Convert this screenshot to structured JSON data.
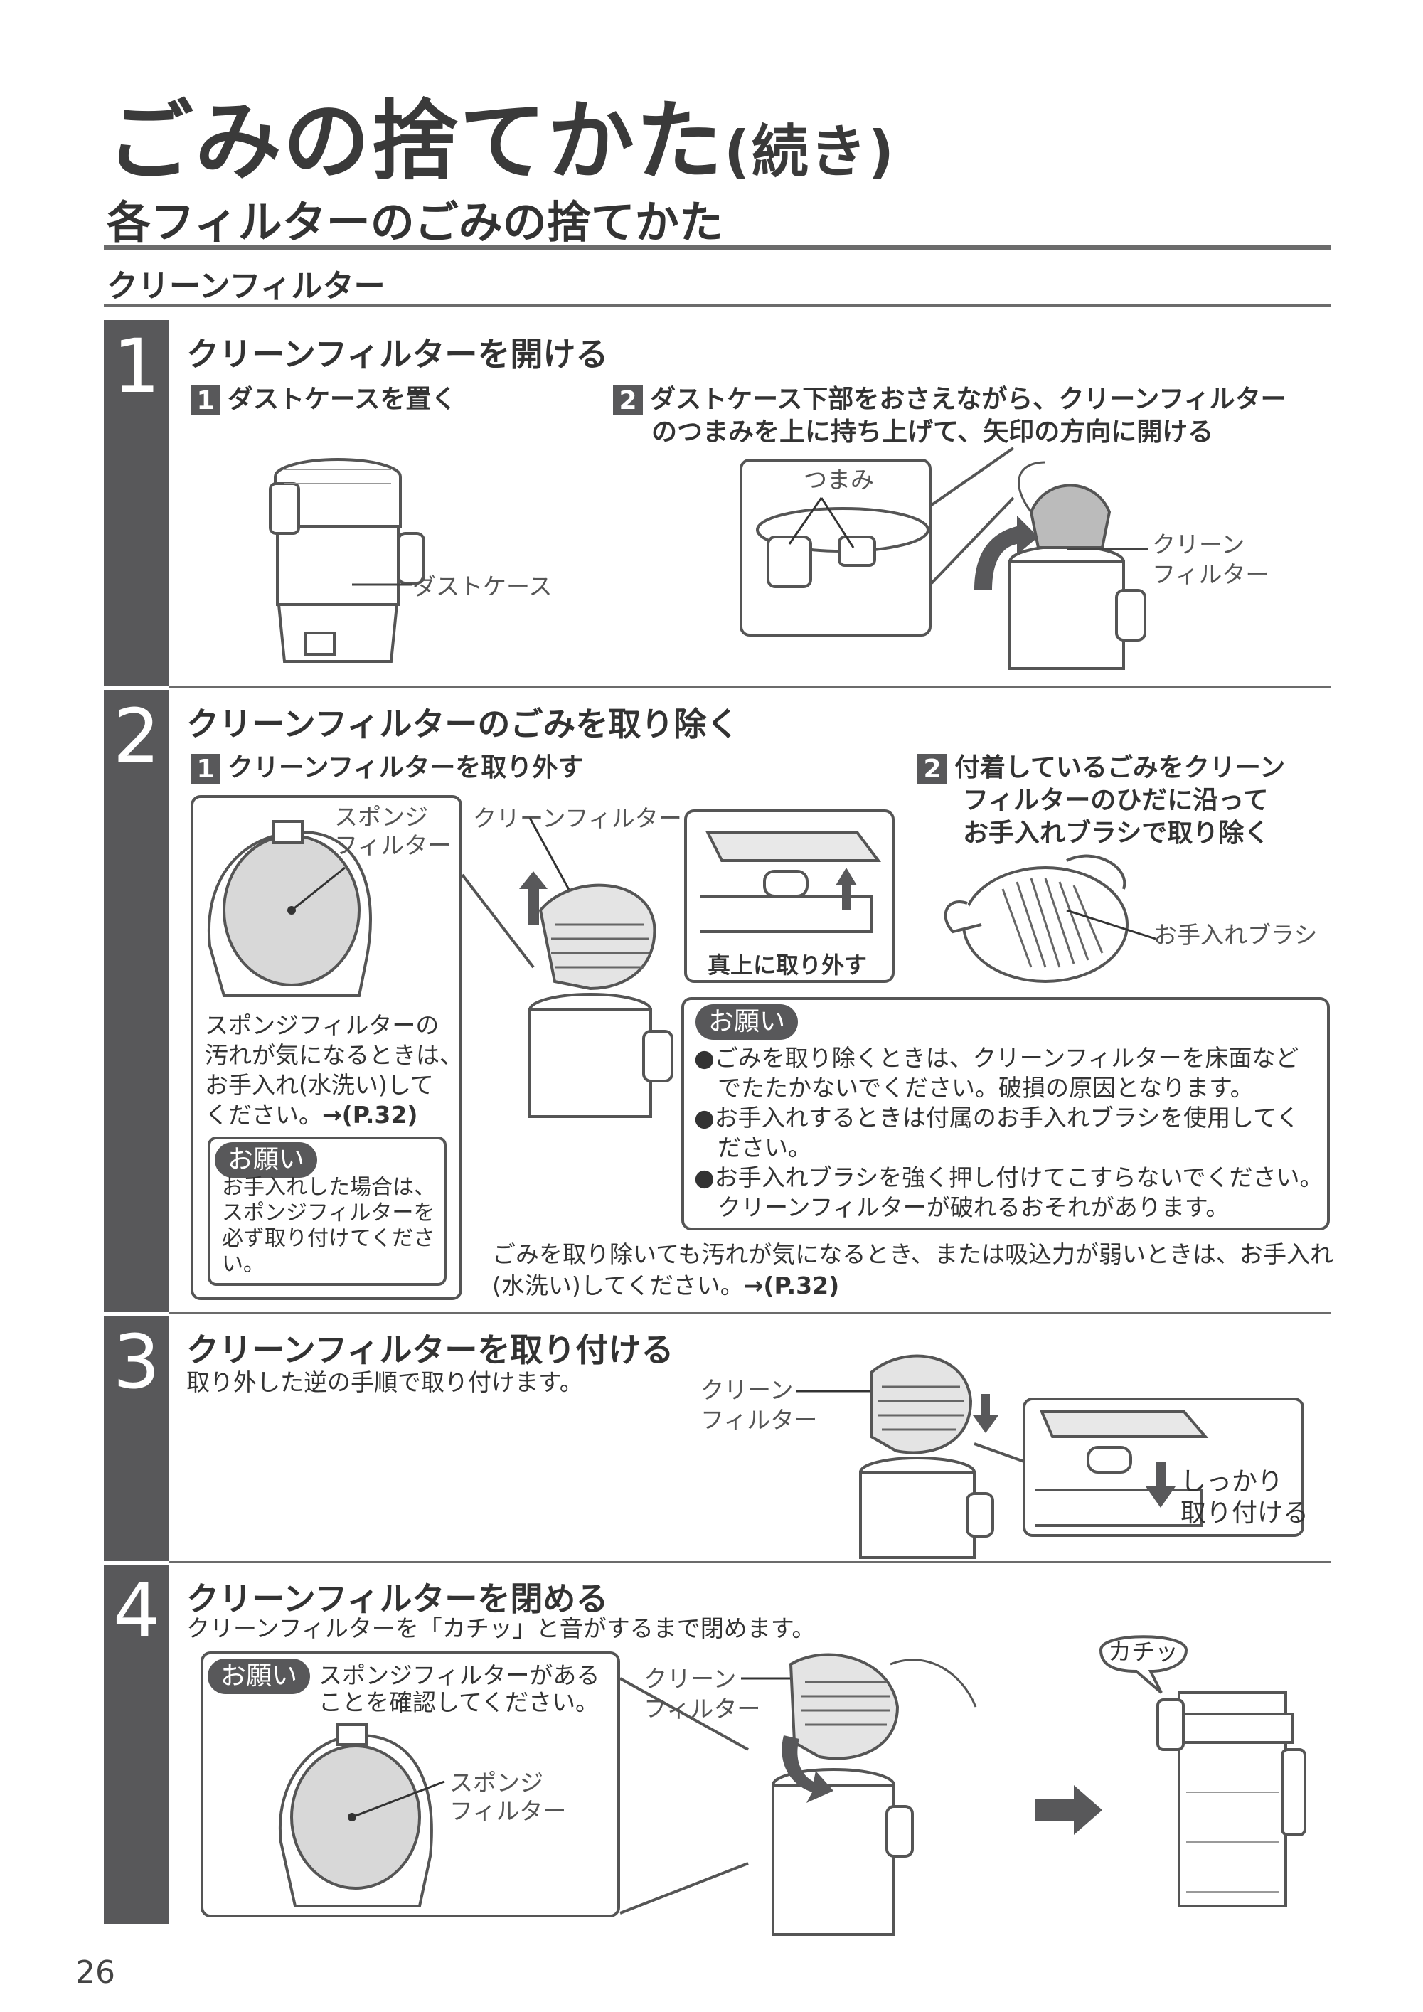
{
  "page": {
    "title": "ごみの捨てかた",
    "title_suffix": "(続き)",
    "section_heading": "各フィルターのごみの捨てかた",
    "subsection_heading": "クリーンフィルター",
    "page_number": "26"
  },
  "step1": {
    "number": "1",
    "heading": "クリーンフィルターを開ける",
    "sub1_num": "1",
    "sub1_text": "ダストケースを置く",
    "sub2_num": "2",
    "sub2_text_line1": "ダストケース下部をおさえながら、クリーンフィルター",
    "sub2_text_line2": "のつまみを上に持ち上げて、矢印の方向に開ける",
    "label_dust_case": "ダストケース",
    "label_knob": "つまみ",
    "label_clean_filter_1": "クリーン",
    "label_clean_filter_2": "フィルター"
  },
  "step2": {
    "number": "2",
    "heading": "クリーンフィルターのごみを取り除く",
    "sub1_num": "1",
    "sub1_text": "クリーンフィルターを取り外す",
    "sub2_num": "2",
    "sub2_line1": "付着しているごみをクリーン",
    "sub2_line2": "フィルターのひだに沿って",
    "sub2_line3": "お手入れブラシで取り除く",
    "label_sponge_1": "スポンジ",
    "label_sponge_2": "フィルター",
    "label_clean_filter": "クリーンフィルター",
    "label_lift_up": "真上に取り外す",
    "label_brush": "お手入れブラシ",
    "sponge_note_lines": [
      "スポンジフィルターの",
      "汚れが気になるときは、",
      "お手入れ(水洗い)して"
    ],
    "sponge_note_last": "ください。",
    "sponge_note_ref": "→(P.32)",
    "request_label": "お願い",
    "small_request_lines": [
      "お手入れした場合は、",
      "スポンジフィルターを",
      "必ず取り付けてくださ",
      "い。"
    ],
    "big_request_label": "お願い",
    "big_request_lines": [
      "●ごみを取り除くときは、クリーンフィルターを床面など",
      "　でたたかないでください。破損の原因となります。",
      "●お手入れするときは付属のお手入れブラシを使用してく",
      "　ださい。",
      "●お手入れブラシを強く押し付けてこすらないでください。",
      "　クリーンフィルターが破れるおそれがあります。"
    ],
    "bottom_note_line1": "ごみを取り除いても汚れが気になるとき、または吸込力が弱いときは、お手入れ",
    "bottom_note_line2": "(水洗い)してください。",
    "bottom_note_ref": "→(P.32)"
  },
  "step3": {
    "number": "3",
    "heading": "クリーンフィルターを取り付ける",
    "text": "取り外した逆の手順で取り付けます。",
    "label_clean_1": "クリーン",
    "label_clean_2": "フィルター",
    "label_attach_1": "しっかり",
    "label_attach_2": "取り付ける"
  },
  "step4": {
    "number": "4",
    "heading": "クリーンフィルターを閉める",
    "text": "クリーンフィルターを「カチッ」と音がするまで閉めます。",
    "request_label": "お願い",
    "request_line1": "スポンジフィルターがある",
    "request_line2": "ことを確認してください。",
    "label_sponge_1": "スポンジ",
    "label_sponge_2": "フィルター",
    "label_clean_1": "クリーン",
    "label_clean_2": "フィルター",
    "label_click": "カチッ"
  }
}
